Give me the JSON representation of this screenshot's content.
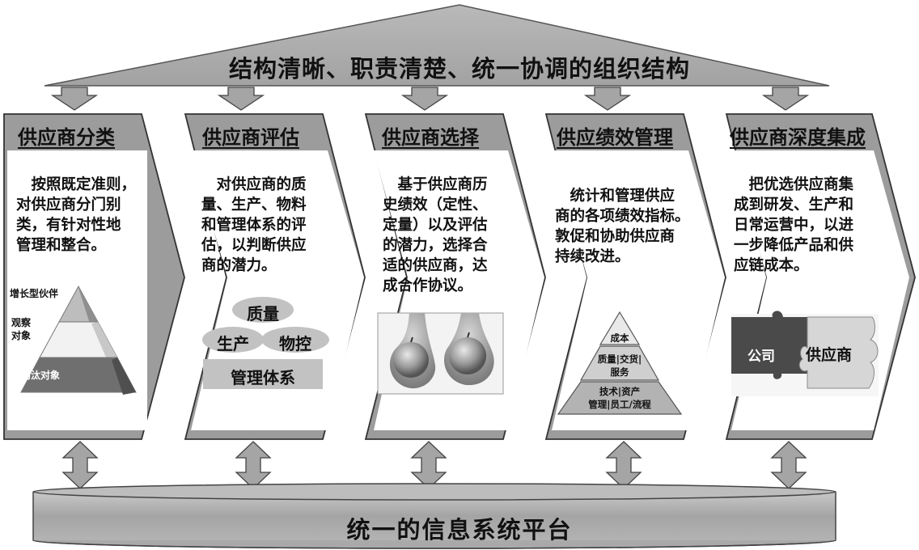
{
  "top": {
    "title": "结构清晰、职责清楚、统一协调的组织结构"
  },
  "columns": [
    {
      "title": "供应商分类",
      "lines": [
        "　按照既定准则，",
        "对供应商分门别",
        "类，有针对性地",
        "管理和整合。"
      ]
    },
    {
      "title": "供应商评估",
      "lines": [
        "　对供应商的质",
        "量、生产、物料",
        "和管理体系的评",
        "估，以判断供应",
        "商的潜力。"
      ]
    },
    {
      "title": "供应商选择",
      "lines": [
        "　基于供应商历",
        "史绩效（定性、",
        "定量）以及评估",
        "的潜力，选择合",
        "适的供应商，达",
        "成合作协议。"
      ]
    },
    {
      "title": "供应绩效管理",
      "lines": [
        "　统计和管理供应",
        "商的各项绩效指标。",
        "敦促和协助供应商",
        "持续改进。"
      ]
    },
    {
      "title": "供应商深度集成",
      "lines": [
        "　把优选供应商集",
        "成到研发、生产和",
        "日常运营中，以进",
        "一步降低产品和供",
        "应链成本。"
      ]
    }
  ],
  "pyramid1": {
    "top": "增长型伙伴",
    "middle_line1": "观察",
    "middle_line2": "对象",
    "bottom": "淘汰对象"
  },
  "eval_graphic": {
    "oval1": "质量",
    "oval2": "生产",
    "oval3": "物控",
    "box": "管理体系"
  },
  "pyramid2": {
    "top": "成本",
    "middle_line1": "质量|交货|",
    "middle_line2": "服务",
    "bottom_line1": "技术|资产",
    "bottom_line2": "管理|员工/流程"
  },
  "puzzle": {
    "left": "公司",
    "right": "供应商"
  },
  "bottom": {
    "title": "统一的信息系统平台"
  },
  "colors": {
    "panel": "#9a9a9a",
    "roof": "#a8a8a8",
    "white": "#ffffff",
    "oval": "#c4c4c4",
    "dark_puzzle": "#4a4a4a",
    "light_puzzle": "#d8d8d8"
  }
}
